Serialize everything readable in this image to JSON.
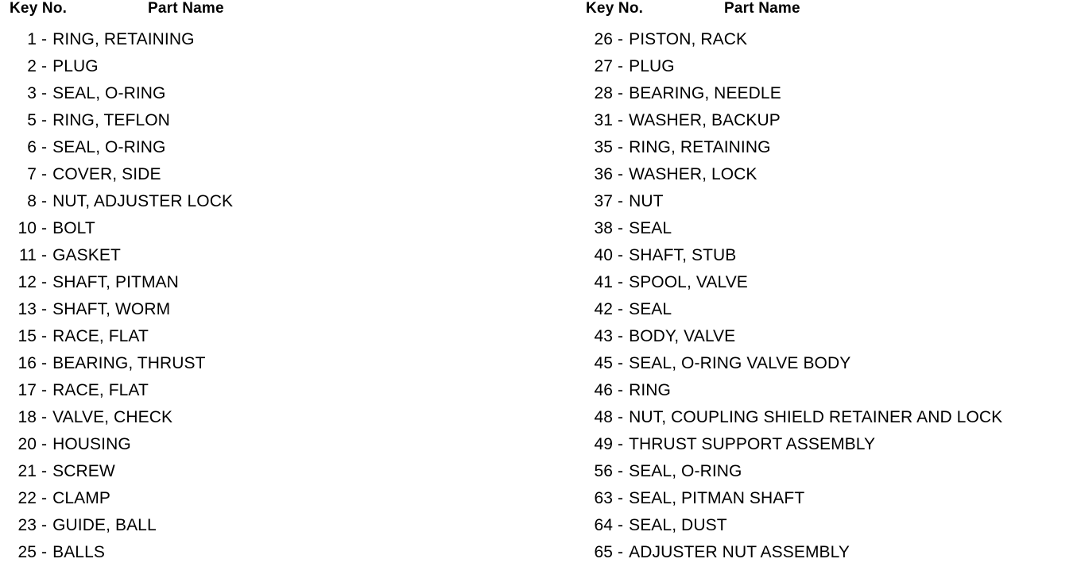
{
  "document": {
    "type": "parts-list",
    "background_color": "#ffffff",
    "text_color": "#000000"
  },
  "columns": [
    {
      "header": {
        "key_label": "Key No.",
        "part_label": "Part Name"
      },
      "rows": [
        {
          "key": "1",
          "separator": "-",
          "name": "RING, RETAINING"
        },
        {
          "key": "2",
          "separator": "-",
          "name": "PLUG"
        },
        {
          "key": "3",
          "separator": "-",
          "name": "SEAL, O-RING"
        },
        {
          "key": "5",
          "separator": "-",
          "name": "RING, TEFLON"
        },
        {
          "key": "6",
          "separator": "-",
          "name": "SEAL, O-RING"
        },
        {
          "key": "7",
          "separator": "-",
          "name": "COVER, SIDE"
        },
        {
          "key": "8",
          "separator": "-",
          "name": "NUT, ADJUSTER LOCK"
        },
        {
          "key": "10",
          "separator": "-",
          "name": "BOLT"
        },
        {
          "key": "11",
          "separator": "-",
          "name": "GASKET"
        },
        {
          "key": "12",
          "separator": "-",
          "name": "SHAFT, PITMAN"
        },
        {
          "key": "13",
          "separator": "-",
          "name": "SHAFT, WORM"
        },
        {
          "key": "15",
          "separator": "-",
          "name": "RACE, FLAT"
        },
        {
          "key": "16",
          "separator": "-",
          "name": "BEARING, THRUST"
        },
        {
          "key": "17",
          "separator": "-",
          "name": "RACE, FLAT"
        },
        {
          "key": "18",
          "separator": "-",
          "name": "VALVE, CHECK"
        },
        {
          "key": "20",
          "separator": "-",
          "name": "HOUSING"
        },
        {
          "key": "21",
          "separator": "-",
          "name": "SCREW"
        },
        {
          "key": "22",
          "separator": "-",
          "name": "CLAMP"
        },
        {
          "key": "23",
          "separator": "-",
          "name": "GUIDE, BALL"
        },
        {
          "key": "25",
          "separator": "-",
          "name": "BALLS"
        }
      ]
    },
    {
      "header": {
        "key_label": "Key No.",
        "part_label": "Part Name"
      },
      "rows": [
        {
          "key": "26",
          "separator": "-",
          "name": "PISTON, RACK"
        },
        {
          "key": "27",
          "separator": "-",
          "name": "PLUG"
        },
        {
          "key": "28",
          "separator": "-",
          "name": "BEARING, NEEDLE"
        },
        {
          "key": "31",
          "separator": "-",
          "name": "WASHER, BACKUP"
        },
        {
          "key": "35",
          "separator": "-",
          "name": "RING, RETAINING"
        },
        {
          "key": "36",
          "separator": "-",
          "name": "WASHER, LOCK"
        },
        {
          "key": "37",
          "separator": "-",
          "name": "NUT"
        },
        {
          "key": "38",
          "separator": "-",
          "name": "SEAL"
        },
        {
          "key": "40",
          "separator": "-",
          "name": "SHAFT, STUB"
        },
        {
          "key": "41",
          "separator": "-",
          "name": "SPOOL, VALVE"
        },
        {
          "key": "42",
          "separator": "-",
          "name": "SEAL"
        },
        {
          "key": "43",
          "separator": "-",
          "name": "BODY, VALVE"
        },
        {
          "key": "45",
          "separator": "-",
          "name": "SEAL, O-RING VALVE BODY"
        },
        {
          "key": "46",
          "separator": "-",
          "name": "RING"
        },
        {
          "key": "48",
          "separator": "-",
          "name": "NUT, COUPLING SHIELD RETAINER AND LOCK"
        },
        {
          "key": "49",
          "separator": "-",
          "name": "THRUST SUPPORT ASSEMBLY"
        },
        {
          "key": "56",
          "separator": "-",
          "name": "SEAL, O-RING"
        },
        {
          "key": "63",
          "separator": "-",
          "name": "SEAL, PITMAN SHAFT"
        },
        {
          "key": "64",
          "separator": "-",
          "name": "SEAL, DUST"
        },
        {
          "key": "65",
          "separator": "-",
          "name": "ADJUSTER NUT ASSEMBLY"
        }
      ]
    }
  ]
}
